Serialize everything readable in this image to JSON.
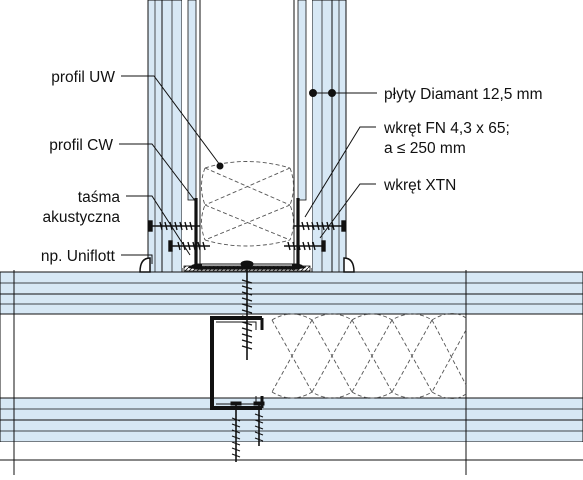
{
  "labels": {
    "profil_uw": "profil UW",
    "profil_cw": "profil CW",
    "tasma_line1": "taśma",
    "tasma_line2": "akustyczna",
    "uniflott": "np. Uniflott",
    "plyty": "płyty Diamant 12,5 mm",
    "wkret_fn_line1": "wkręt FN 4,3 x 65;",
    "wkret_fn_line2": "a ≤ 250 mm",
    "wkret_xtn": "wkręt XTN"
  },
  "colors": {
    "board_fill": "#d7e8f5",
    "line": "#111111",
    "background": "#ffffff",
    "insulation_line": "#555555"
  }
}
